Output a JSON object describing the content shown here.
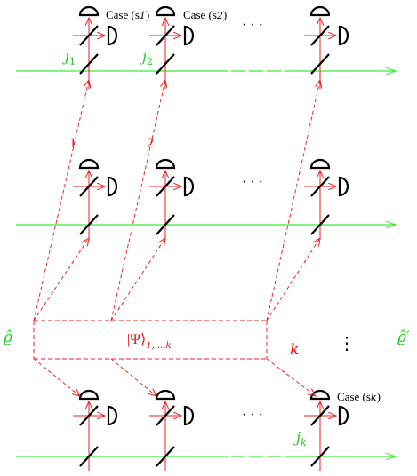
{
  "colors": {
    "beam_green": "#33ee33",
    "ancilla_red": "#ee2222",
    "detector_black": "#000000",
    "label_green": "#22cc22",
    "label_red": "#dd1111"
  },
  "icons": {
    "detector": "semicircle-detector-icon",
    "beam_splitter": "diagonal-beam-splitter-icon",
    "arrow": "open-arrowhead-icon"
  },
  "labels": {
    "case_s1": "Case (s",
    "case_s1_sub": "1",
    "case_s2": "Case (s",
    "case_s2_sub": "2",
    "case_sk": "Case (s",
    "case_sk_sub": "k",
    "close_paren": ")",
    "j1": "j",
    "j1_sub": "1",
    "j2": "j",
    "j2_sub": "2",
    "jk": "j",
    "jk_sub": "k",
    "path_1": "1",
    "path_2": "2",
    "path_k": "k",
    "rho_in": "ϱ̂",
    "rho_out": "ϱ̂′",
    "psi_state": "|Ψ⟩",
    "psi_sub": "1,...,k",
    "hdots": "· · ·",
    "vdots": "⋮"
  }
}
